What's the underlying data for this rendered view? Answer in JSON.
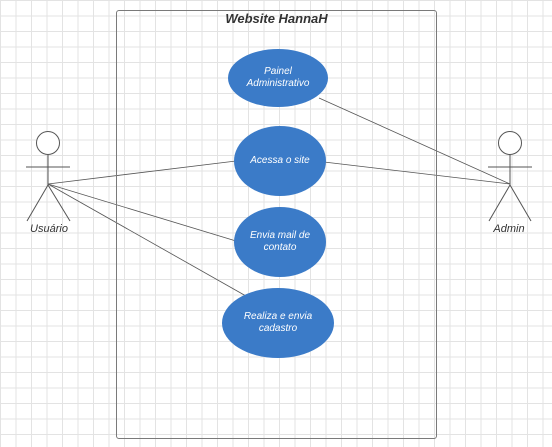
{
  "colors": {
    "usecase_fill": "#3b7bc8",
    "line": "#555555",
    "actor_stroke": "#555555"
  },
  "system": {
    "title": "Website HannaH"
  },
  "actors": {
    "usuario": {
      "label": "Usuário"
    },
    "admin": {
      "label": "Admin"
    }
  },
  "usecases": {
    "painel": {
      "label": "Painel Administrativo"
    },
    "acessa": {
      "label": "Acessa o site"
    },
    "envia": {
      "label": "Envia mail de contato"
    },
    "realiza": {
      "label": "Realiza e envia cadastro"
    }
  },
  "associations": [
    {
      "from": "Usuário",
      "to": "Acessa o site"
    },
    {
      "from": "Usuário",
      "to": "Envia mail de contato"
    },
    {
      "from": "Usuário",
      "to": "Realiza e envia cadastro"
    },
    {
      "from": "Admin",
      "to": "Painel Administrativo"
    },
    {
      "from": "Admin",
      "to": "Acessa o site"
    }
  ]
}
